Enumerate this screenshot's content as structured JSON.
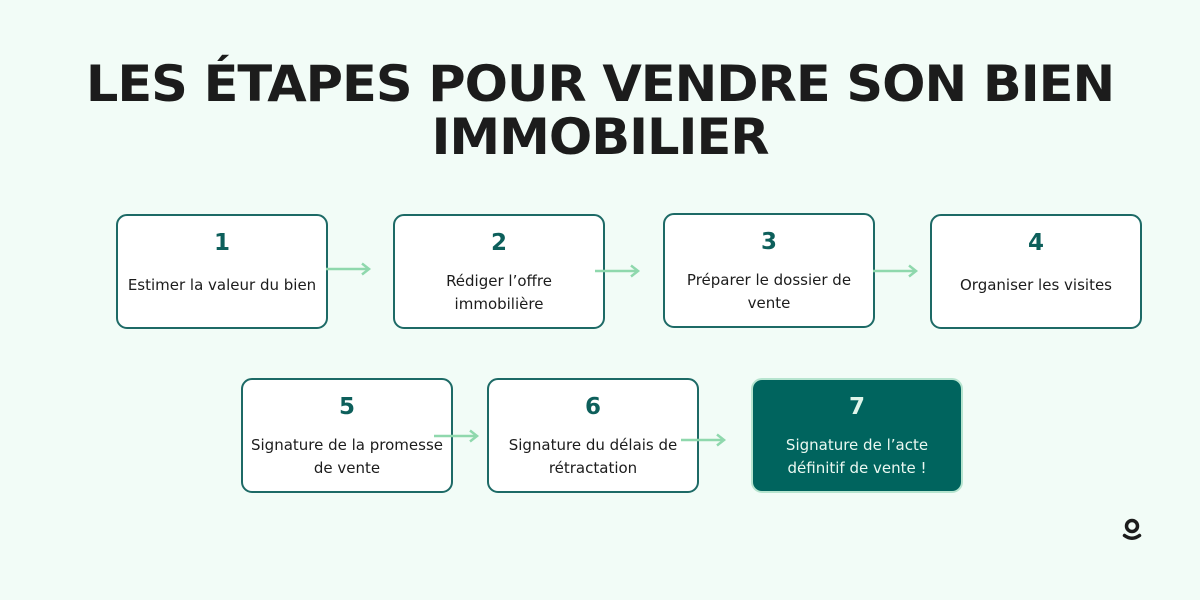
{
  "title": {
    "line1": "Les étapes pour vendre son bien",
    "line2": "immobilier"
  },
  "colors": {
    "background": "#f2fcf7",
    "title": "#1c1c1c",
    "box_border": "#1d6a66",
    "number": "#0d5f5b",
    "arrow": "#8fd8ad",
    "final_box": "#00645e"
  },
  "steps": [
    {
      "number": "1",
      "label": "Estimer la valeur du bien"
    },
    {
      "number": "2",
      "label_line1": "Rédiger l’offre",
      "label_line2": "immobilière"
    },
    {
      "number": "3",
      "label_line1": "Préparer le dossier de",
      "label_line2": "vente"
    },
    {
      "number": "4",
      "label": "Organiser les visites"
    },
    {
      "number": "5",
      "label_line1": "Signature de la promesse",
      "label_line2": "de vente"
    },
    {
      "number": "6",
      "label_line1": "Signature du délais de",
      "label_line2": "rétractation"
    },
    {
      "number": "7",
      "label_line1": "Signature de l’acte",
      "label_line2": "définitif de vente !"
    }
  ],
  "logo": "g-logo-icon"
}
